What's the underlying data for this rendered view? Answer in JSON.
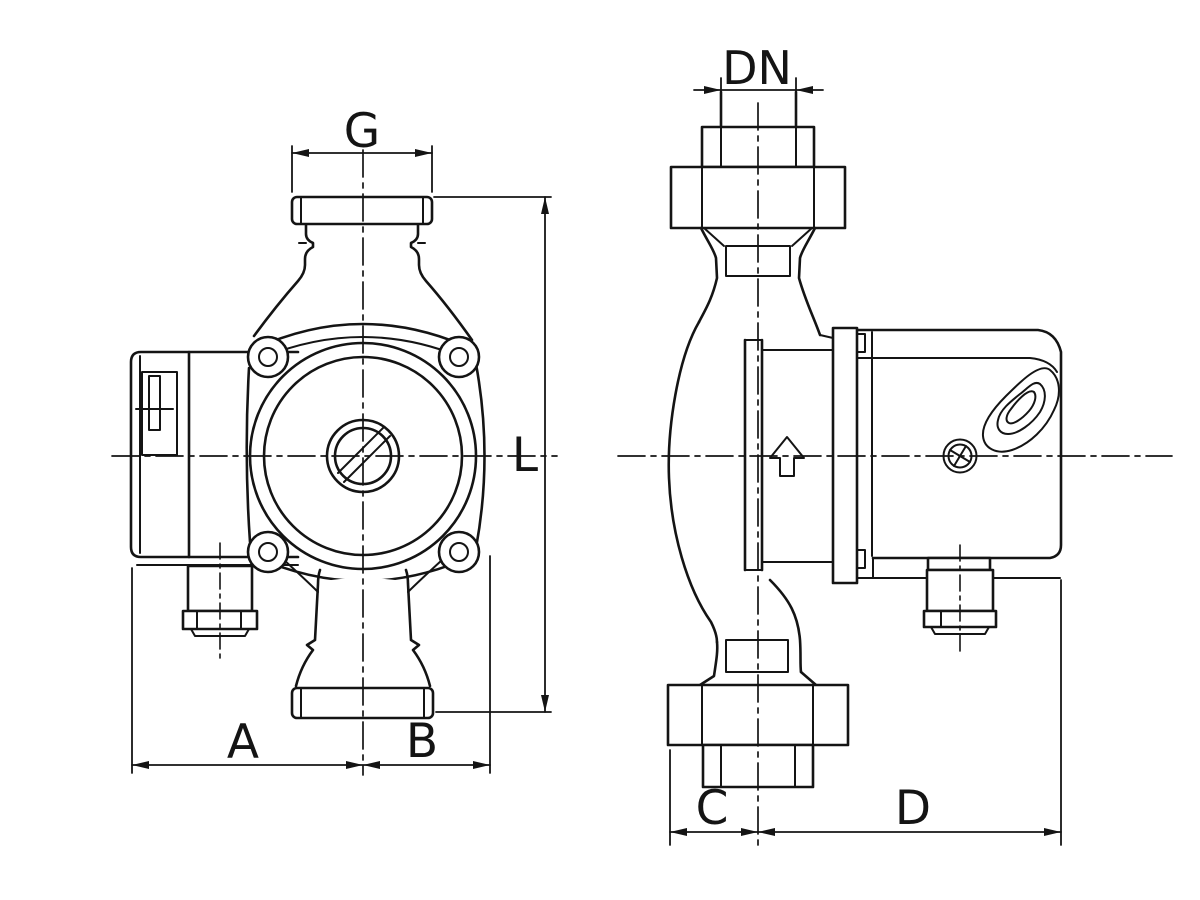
{
  "page": {
    "background": "#ffffff",
    "line_color": "#141414"
  },
  "drawing": {
    "kind": "technical dimension drawing",
    "subject": "circulator pump, front view and side view",
    "labels": {
      "g": "G",
      "dn": "DN",
      "l": "L",
      "a": "A",
      "b": "B",
      "c": "C",
      "d": "D"
    }
  }
}
